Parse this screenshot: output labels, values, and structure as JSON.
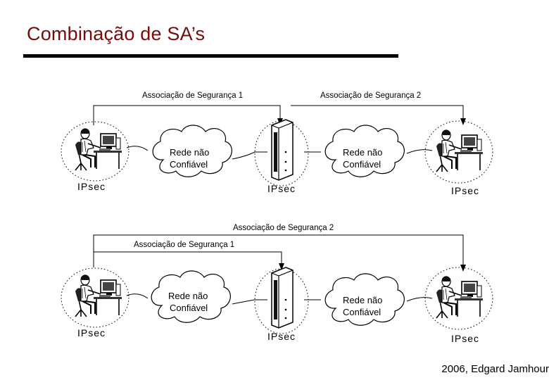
{
  "slide": {
    "title": "Combinação de SA’s",
    "footer": "2006, Edgard Jamhour"
  },
  "diagram_top": {
    "sa1_label": "Associação de Segurança 1",
    "sa2_label": "Associação de Segurança 2",
    "cloud_left": {
      "line1": "Rede não",
      "line2": "Confiável"
    },
    "cloud_right": {
      "line1": "Rede não",
      "line2": "Confiável"
    },
    "host_left_label": "IPsec",
    "gateway_label": "IPsec",
    "host_right_label": "IPsec"
  },
  "diagram_bottom": {
    "sa2_label": "Associação de Segurança 2",
    "sa1_label": "Associação de Segurança 1",
    "cloud_left": {
      "line1": "Rede não",
      "line2": "Confiável"
    },
    "cloud_right": {
      "line1": "Rede não",
      "line2": "Confiável"
    },
    "host_left_label": "IPsec",
    "gateway_label": "IPsec",
    "host_right_label": "IPsec"
  },
  "icons": [
    "workstation-user-icon",
    "gateway-router-icon",
    "cloud-network-icon"
  ]
}
